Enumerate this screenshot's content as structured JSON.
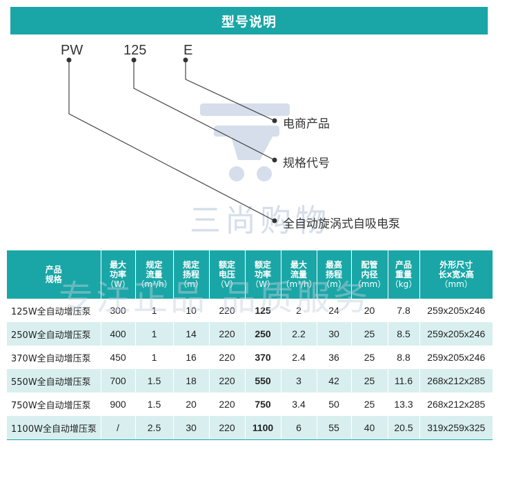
{
  "banner": {
    "title": "型号说明"
  },
  "model": {
    "part1": "PW",
    "part2": "125",
    "part3": "E"
  },
  "legend": {
    "e_meaning": "电商产品",
    "size_meaning": "规格代号",
    "pw_meaning": "全自动旋涡式自吸电泵"
  },
  "watermark": {
    "line1": "三尚购物",
    "line2": "专注正品 品质服务"
  },
  "table": {
    "headers": [
      {
        "line1": "产品",
        "line2": "规格",
        "line3": ""
      },
      {
        "line1": "最大",
        "line2": "功率",
        "line3": "（W）"
      },
      {
        "line1": "规定",
        "line2": "流量",
        "line3": "（m³/h）"
      },
      {
        "line1": "规定",
        "line2": "扬程",
        "line3": "（m）"
      },
      {
        "line1": "额定",
        "line2": "电压",
        "line3": "（V）"
      },
      {
        "line1": "额定",
        "line2": "功率",
        "line3": "（W）"
      },
      {
        "line1": "最大",
        "line2": "流量",
        "line3": "（m³/h）"
      },
      {
        "line1": "最高",
        "line2": "扬程",
        "line3": "（m）"
      },
      {
        "line1": "配管",
        "line2": "内径",
        "line3": "（mm）"
      },
      {
        "line1": "产品",
        "line2": "重量",
        "line3": "（kg）"
      },
      {
        "line1": "外形尺寸",
        "line2": "长x宽x高",
        "line3": "（mm）"
      }
    ],
    "rows": [
      [
        "125W全自动增压泵",
        "300",
        "1",
        "10",
        "220",
        "125",
        "2",
        "24",
        "20",
        "7.8",
        "259x205x246"
      ],
      [
        "250W全自动增压泵",
        "400",
        "1",
        "14",
        "220",
        "250",
        "2.2",
        "30",
        "25",
        "8.5",
        "259x205x246"
      ],
      [
        "370W全自动增压泵",
        "450",
        "1",
        "16",
        "220",
        "370",
        "2.4",
        "36",
        "25",
        "8.8",
        "259x205x246"
      ],
      [
        "550W全自动增压泵",
        "700",
        "1.5",
        "18",
        "220",
        "550",
        "3",
        "42",
        "25",
        "11.6",
        "268x212x285"
      ],
      [
        "750W全自动增压泵",
        "900",
        "1.5",
        "20",
        "220",
        "750",
        "3.4",
        "50",
        "25",
        "13.3",
        "268x212x285"
      ],
      [
        "1100W全自动增压泵",
        "/",
        "2.5",
        "30",
        "220",
        "1100",
        "6",
        "55",
        "40",
        "20.5",
        "319x259x325"
      ]
    ]
  },
  "colors": {
    "accent": "#1aa6a6",
    "row_alt": "#d9efef",
    "watermark": "#c8d4e4"
  }
}
